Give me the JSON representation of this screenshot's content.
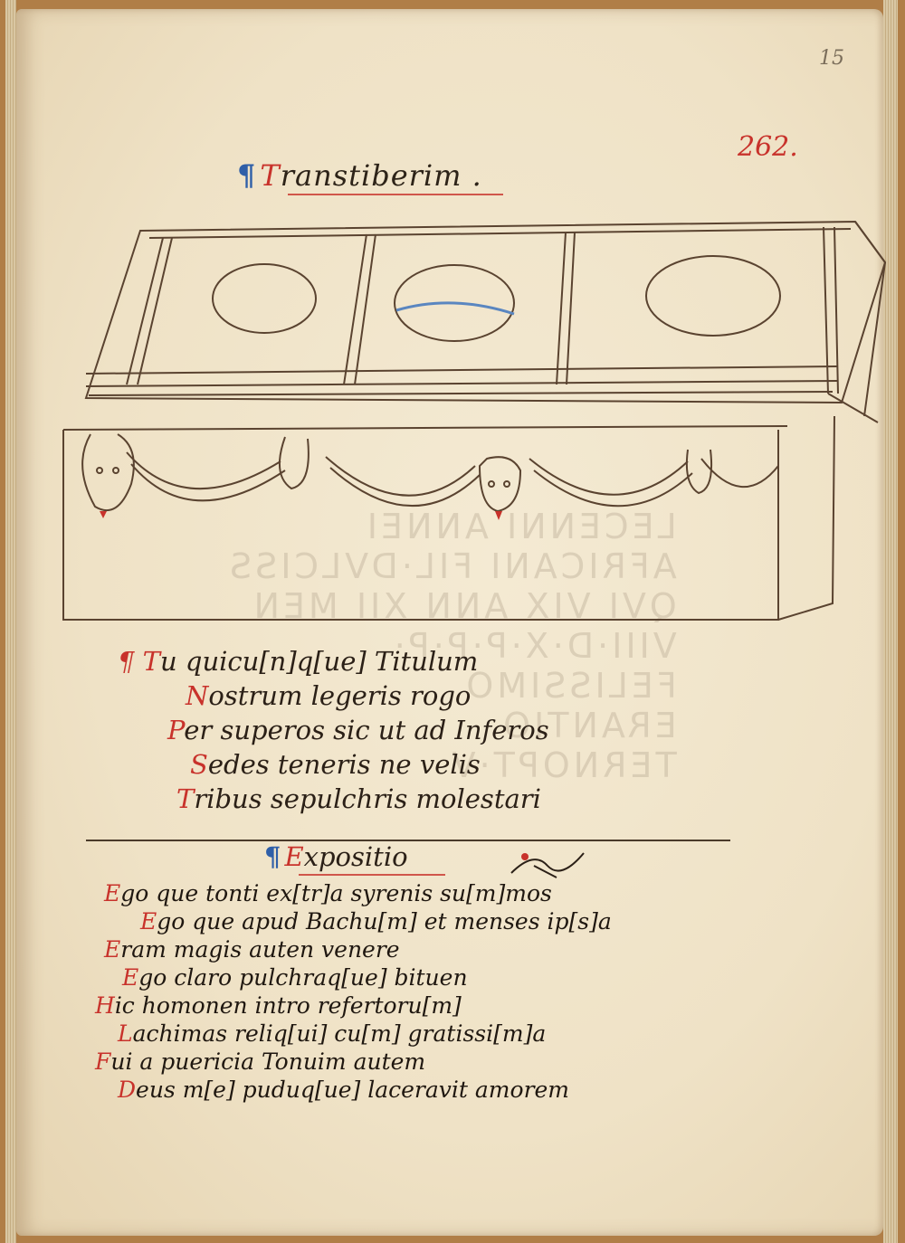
{
  "page": {
    "folio": "15",
    "reference": "262.",
    "heading": {
      "pilcrow": "¶",
      "initial": "T",
      "rest": "ranstiberim ."
    },
    "inscription": {
      "pilcrow": "¶",
      "lines": [
        {
          "initial": "T",
          "text": "u quicu[n]q[ue] Titulum"
        },
        {
          "initial": "N",
          "text": "ostrum legeris rogo"
        },
        {
          "initial": "P",
          "text": "er superos sic ut ad Inferos"
        },
        {
          "initial": "S",
          "text": "edes teneris ne velis"
        },
        {
          "initial": "T",
          "text": "ribus sepulchris molestari"
        }
      ]
    },
    "expositio": {
      "pilcrow": "¶",
      "initial": "E",
      "rest": "xpositio"
    },
    "body": {
      "lines": [
        {
          "initial": "E",
          "text": "go que tonti ex[tr]a syrenis su[m]mos"
        },
        {
          "initial": "E",
          "text": "go que apud Bachu[m] et menses ip[s]a"
        },
        {
          "initial": "E",
          "text": "ram magis auten venere"
        },
        {
          "initial": "E",
          "text": "go claro pulchraq[ue] bituen"
        },
        {
          "initial": "H",
          "text": "ic homonen intro refertoru[m]"
        },
        {
          "initial": "L",
          "text": "achimas reliq[ui] cu[m] gratissi[m]a"
        },
        {
          "initial": "F",
          "text": "ui a puericia Tonuim autem"
        },
        {
          "initial": "D",
          "text": "eus m[e] puduq[ue] laceravit amorem"
        }
      ]
    },
    "colors": {
      "ink": "#2b2017",
      "rubric_red": "#c8322b",
      "rubric_blue": "#2f5fa8",
      "parchment": "#f1e5cb"
    }
  }
}
